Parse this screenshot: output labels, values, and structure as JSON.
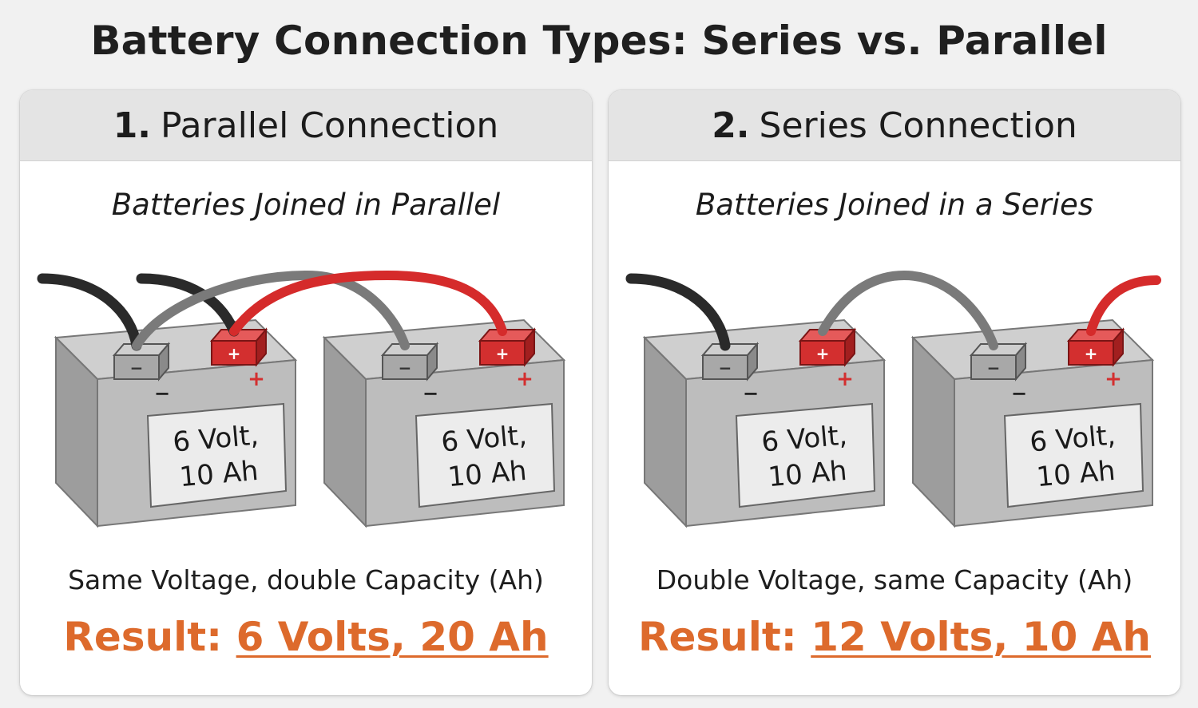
{
  "title": "Battery Connection Types: Series vs. Parallel",
  "panels": [
    {
      "number": "1.",
      "heading": "Parallel Connection",
      "subtitle": "Batteries Joined in Parallel",
      "description": "Same Voltage, double Capacity (Ah)",
      "result_prefix": "Result:",
      "result_value": "6 Volts, 20 Ah",
      "batteries": [
        {
          "line1": "6 Volt,",
          "line2": "10 Ah"
        },
        {
          "line1": "6 Volt,",
          "line2": "10 Ah"
        }
      ]
    },
    {
      "number": "2.",
      "heading": "Series Connection",
      "subtitle": "Batteries Joined in a Series",
      "description": "Double Voltage, same Capacity (Ah)",
      "result_prefix": "Result:",
      "result_value": "12 Volts, 10 Ah",
      "batteries": [
        {
          "line1": "6 Volt,",
          "line2": "10 Ah"
        },
        {
          "line1": "6 Volt,",
          "line2": "10 Ah"
        }
      ]
    }
  ],
  "terminal_labels": {
    "negative": "−",
    "positive": "+"
  },
  "colors": {
    "accent": "#dd6a2c",
    "positive_terminal": "#d32f2f",
    "negative_terminal": "#9a9a9a",
    "black_cable": "#2a2a2a",
    "gray_cable": "#7a7a7a",
    "red_cable": "#d52b2b",
    "panel_header": "#e4e4e4"
  }
}
